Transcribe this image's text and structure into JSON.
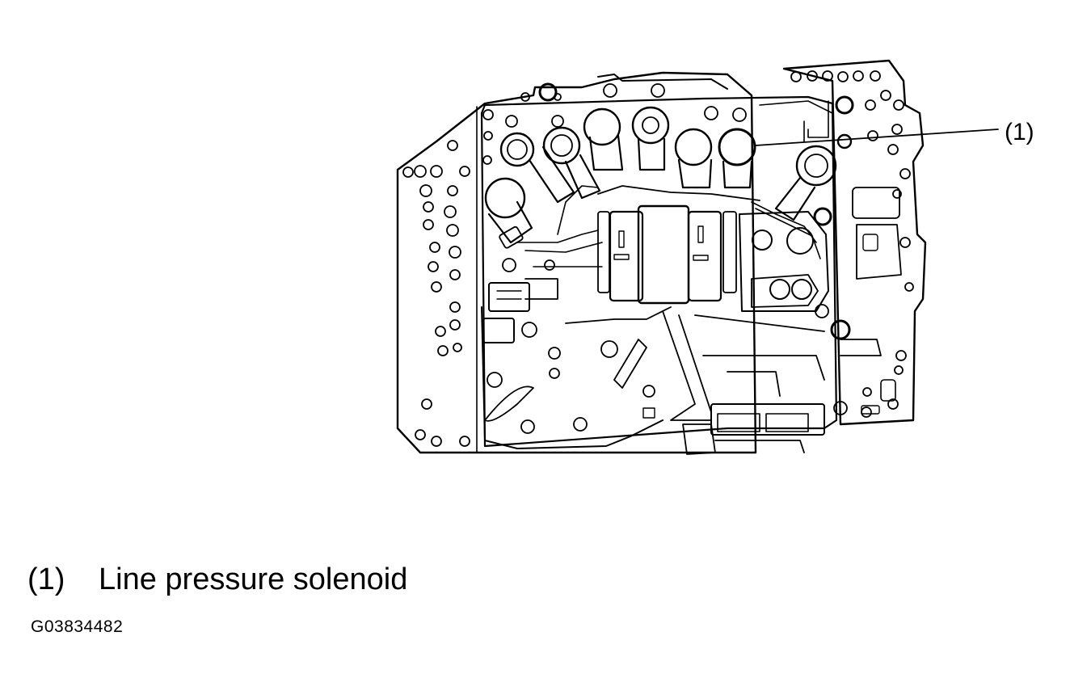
{
  "diagram": {
    "name": "transmission-control-valve-body",
    "callout_marker": "(1)"
  },
  "legend": {
    "items": [
      {
        "number": "(1)",
        "label": "Line pressure solenoid"
      }
    ]
  },
  "figure_id": "G03834482",
  "colors": {
    "ink": "#000000",
    "paper": "#ffffff"
  }
}
